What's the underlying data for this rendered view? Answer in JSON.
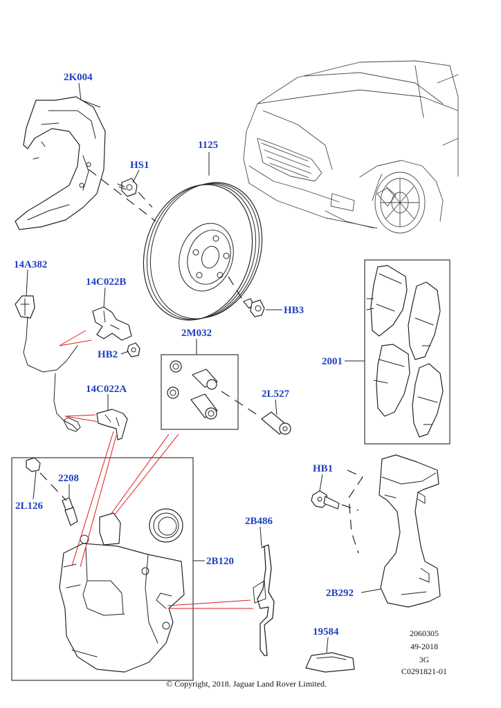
{
  "callouts": {
    "k004": "2K004",
    "hs1": "HS1",
    "disc": "1125",
    "a382": "14A382",
    "c022b": "14C022B",
    "hb2": "HB2",
    "m032": "2M032",
    "hb3": "HB3",
    "l527": "2L527",
    "c022a": "14C022A",
    "p2001": "2001",
    "p2208": "2208",
    "l126": "2L126",
    "hb1": "HB1",
    "b486": "2B486",
    "b120": "2B120",
    "b292": "2B292",
    "p19584": "19584"
  },
  "meta": {
    "line1": "2060305",
    "line2": "49-2018",
    "line3": "3G",
    "line4": "C0291821-01"
  },
  "copyright": "© Copyright, 2018. Jaguar Land Rover Limited.",
  "colors": {
    "callout": "#1f3fbf",
    "leader_red": "#e01818",
    "line": "#222222"
  }
}
